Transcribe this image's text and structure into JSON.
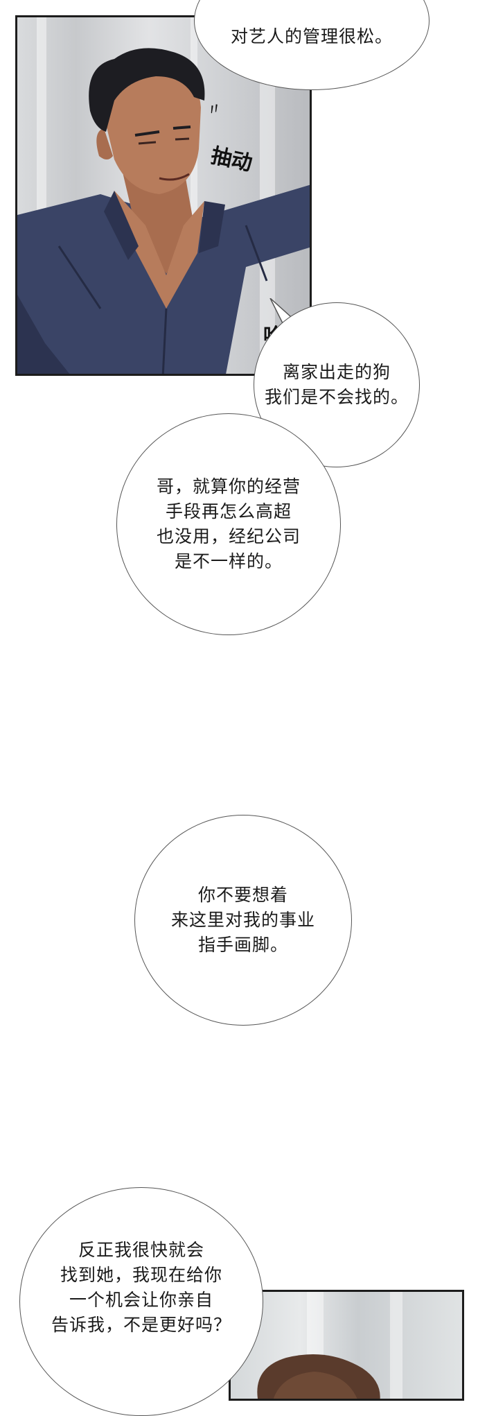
{
  "panels": {
    "top_panel": {
      "character": "dark-haired man in navy shirt"
    },
    "bottom_panel": {
      "character": "brown-haired man"
    }
  },
  "sfx": {
    "twitch": "抽动",
    "ha": "哈"
  },
  "bubbles": {
    "b0": "对艺人的管理很松。",
    "b1": "离家出走的狗\n我们是不会找的。",
    "b2": "哥，就算你的经营\n手段再怎么高超\n也没用，经纪公司\n是不一样的。",
    "b3": "你不要想着\n来这里对我的事业\n指手画脚。",
    "b4": "反正我很快就会\n找到她，我现在给你\n一个机会让你亲自\n告诉我，不是更好吗？"
  },
  "colors": {
    "shirt": "#3a4466",
    "hair": "#1d1d22",
    "skin": "#b77c5c",
    "border": "#1c1c1c"
  }
}
